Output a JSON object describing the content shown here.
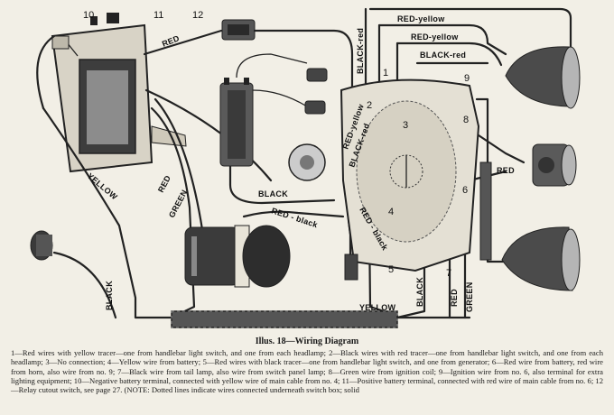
{
  "wire_labels": {
    "red_top": "RED",
    "red_yellow_1": "RED-yellow",
    "red_yellow_2": "RED-yellow",
    "black_red_top": "BLACK-red",
    "black_red_vertical": "BLACK-red",
    "red_yellow_vertical": "RED-yellow",
    "black_red_diag": "BLACK-red",
    "red_horn": "RED",
    "yellow_left": "YELLOW",
    "red_left": "RED",
    "green_left": "GREEN",
    "black_center": "BLACK",
    "red_black": "RED - black",
    "red_black_2": "RED - black",
    "yellow_bottom": "YELLOW",
    "black_bottom_left": "BLACK",
    "black_bottom_right": "BLACK",
    "red_bottom_right": "RED",
    "green_bottom_right": "GREEN"
  },
  "numbers": {
    "n1": "1",
    "n2": "2",
    "n3": "3",
    "n4": "4",
    "n5": "5",
    "n6": "6",
    "n7": "7",
    "n8": "8",
    "n9": "9",
    "n10": "10",
    "n11": "11",
    "n12": "12"
  },
  "caption": {
    "title": "Illus. 18—Wiring Diagram",
    "body": "1—Red wires with yellow tracer—one from handlebar light switch, and one from each headlamp; 2—Black wires with red tracer—one from handlebar light switch, and one from each headlamp; 3—No connection; 4—Yellow wire from battery; 5—Red wires with black tracer—one from handlebar light switch, and one from generator; 6—Red wire from battery, red wire from horn, also wire from no. 9; 7—Black wire from tail lamp, also wire from switch panel lamp; 8—Green wire from ignition coil; 9—Ignition wire from no. 6, also terminal for extra lighting equipment; 10—Negative battery terminal, connected with yellow wire of main cable from no. 4; 11—Positive battery terminal, connected with red wire of main cable from no. 6; 12—Relay cutout switch, see page 27. (NOTE: Dotted lines indicate wires connected underneath switch box; solid"
  },
  "colors": {
    "paper": "#f2efe6",
    "ink": "#1a1a1a",
    "chrome": "#9a9a9a"
  }
}
